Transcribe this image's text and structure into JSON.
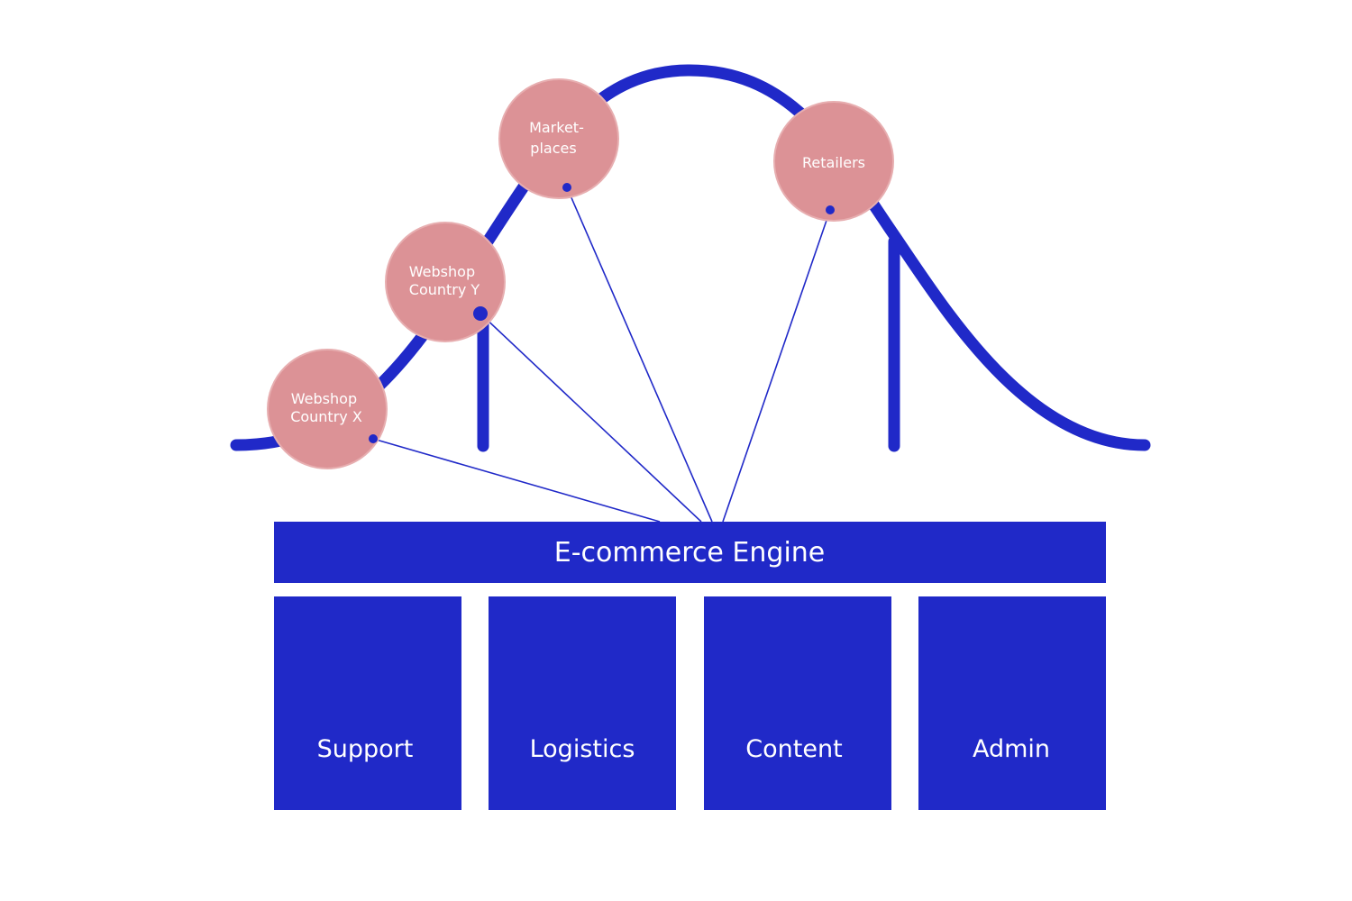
{
  "colors": {
    "primary": "#2029c8",
    "node_fill": "#dc9296",
    "node_stroke": "#e7aeb0",
    "text": "#ffffff",
    "background": "#ffffff"
  },
  "channels": [
    {
      "id": "webshop-x",
      "lines": [
        "Webshop",
        "Country X"
      ]
    },
    {
      "id": "webshop-y",
      "lines": [
        "Webshop",
        "Country Y"
      ]
    },
    {
      "id": "marketplaces",
      "lines": [
        "Market-",
        "places"
      ]
    },
    {
      "id": "retailers",
      "lines": [
        "Retailers"
      ]
    }
  ],
  "engine": {
    "label": "E-commerce Engine"
  },
  "modules": [
    {
      "id": "support",
      "label": "Support"
    },
    {
      "id": "logistics",
      "label": "Logistics"
    },
    {
      "id": "content",
      "label": "Content"
    },
    {
      "id": "admin",
      "label": "Admin"
    }
  ]
}
